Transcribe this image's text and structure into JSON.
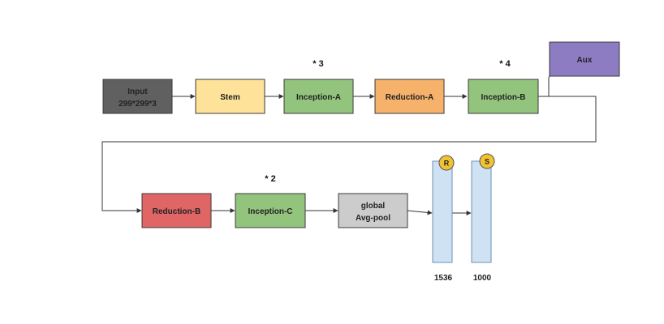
{
  "diagram": {
    "nodes": [
      {
        "id": "input",
        "lines": [
          "Input",
          "299*299*3"
        ],
        "color": "#606060"
      },
      {
        "id": "stem",
        "lines": [
          "Stem"
        ],
        "color": "#ffe29a"
      },
      {
        "id": "inception-a",
        "lines": [
          "Inception-A"
        ],
        "color": "#93c47d"
      },
      {
        "id": "reduction-a",
        "lines": [
          "Reduction-A"
        ],
        "color": "#f6b26b"
      },
      {
        "id": "inception-b",
        "lines": [
          "Inception-B"
        ],
        "color": "#93c47d"
      },
      {
        "id": "aux",
        "lines": [
          "Aux"
        ],
        "color": "#8e7cc3"
      },
      {
        "id": "reduction-b",
        "lines": [
          "Reduction-B"
        ],
        "color": "#e06666"
      },
      {
        "id": "inception-c",
        "lines": [
          "Inception-C"
        ],
        "color": "#93c47d"
      },
      {
        "id": "global-avg-pool",
        "lines": [
          "global",
          "Avg-pool"
        ],
        "color": "#cccccc"
      }
    ],
    "repeats": [
      {
        "node": "inception-a",
        "text": "* 3"
      },
      {
        "node": "inception-b",
        "text": "* 4"
      },
      {
        "node": "inception-c",
        "text": "* 2"
      }
    ],
    "vectors": [
      {
        "id": "fc-1536",
        "label": "1536",
        "badge": "R",
        "color": "#cfe2f3"
      },
      {
        "id": "fc-1000",
        "label": "1000",
        "badge": "S",
        "color": "#cfe2f3"
      }
    ],
    "badge_color": "#f1c232",
    "line_color": "#333333"
  }
}
